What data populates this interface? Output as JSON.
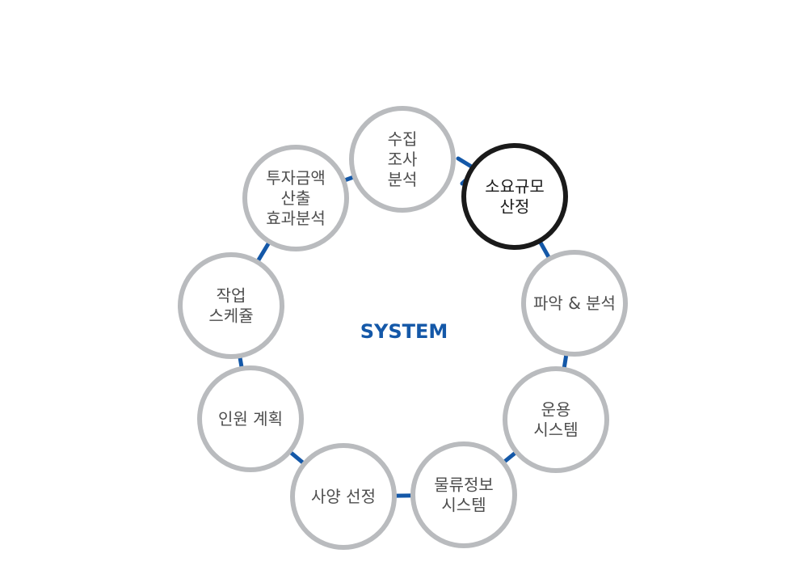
{
  "center_label": "SYSTEM",
  "colors": {
    "node_ring": "#b9bbbe",
    "highlight_ring": "#1a1a1a",
    "connector": "#1458a8",
    "arrow": "#1458a8",
    "center_text": "#1458a8",
    "node_text": "#4d4d4d"
  },
  "nodes": [
    {
      "id": "survey",
      "lines": [
        "수집",
        "조사",
        "분석"
      ],
      "highlight": false
    },
    {
      "id": "demand-sizing",
      "lines": [
        "소요규모",
        "산정"
      ],
      "highlight": true
    },
    {
      "id": "analysis",
      "lines": [
        "파악 & 분석"
      ],
      "highlight": false
    },
    {
      "id": "operation-system",
      "lines": [
        "운용",
        "시스템"
      ],
      "highlight": false
    },
    {
      "id": "logistics-info-system",
      "lines": [
        "물류정보",
        "시스템"
      ],
      "highlight": false
    },
    {
      "id": "spec-selection",
      "lines": [
        "사양 선정"
      ],
      "highlight": false
    },
    {
      "id": "staffing-plan",
      "lines": [
        "인원 계획"
      ],
      "highlight": false
    },
    {
      "id": "work-schedule",
      "lines": [
        "작업",
        "스케쥴"
      ],
      "highlight": false
    },
    {
      "id": "investment-calc",
      "lines": [
        "투자금액",
        "산출",
        "효과분석"
      ],
      "highlight": false
    }
  ]
}
